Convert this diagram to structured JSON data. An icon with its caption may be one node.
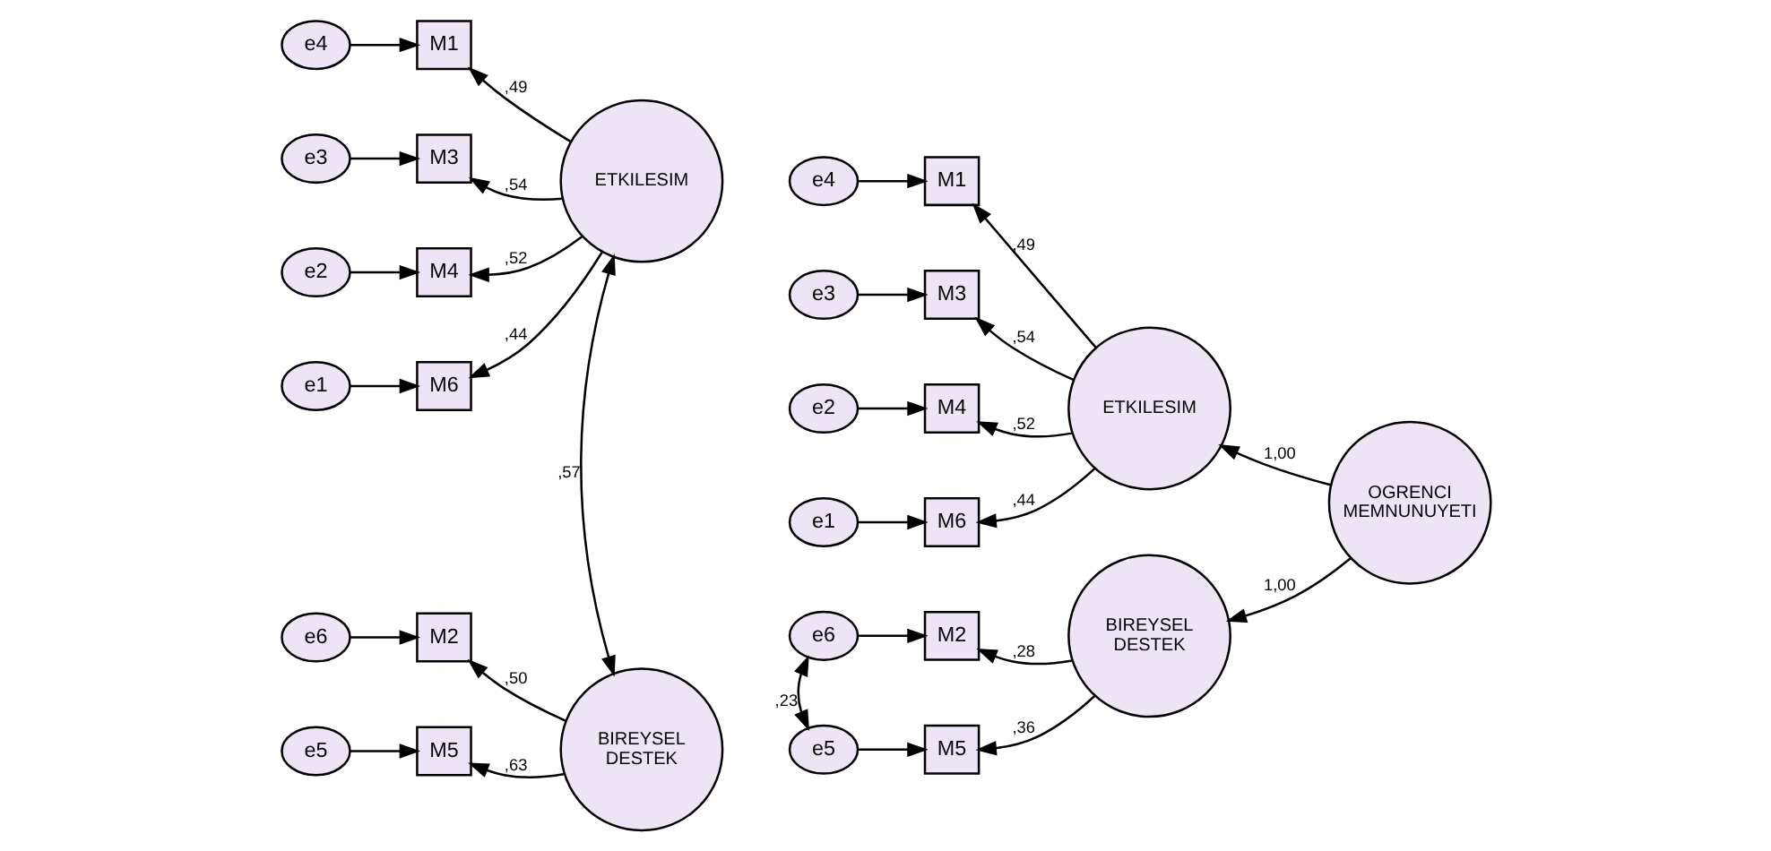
{
  "diagram": {
    "nodes": [
      {
        "text": [
          "e4"
        ]
      },
      {
        "text": [
          "M1"
        ]
      },
      {
        "text": [
          "e3"
        ]
      },
      {
        "text": [
          "M3"
        ]
      },
      {
        "text": [
          "e2"
        ]
      },
      {
        "text": [
          "M4"
        ]
      },
      {
        "text": [
          "e1"
        ]
      },
      {
        "text": [
          "M6"
        ]
      },
      {
        "text": [
          "e6"
        ]
      },
      {
        "text": [
          "M2"
        ]
      },
      {
        "text": [
          "e5"
        ]
      },
      {
        "text": [
          "M5"
        ]
      },
      {
        "text": [
          "ETKILESIM"
        ]
      },
      {
        "text": [
          "BIREYSEL DESTEK"
        ]
      },
      {
        "text": [
          "e4"
        ]
      },
      {
        "text": [
          "M1"
        ]
      },
      {
        "text": [
          "e3"
        ]
      },
      {
        "text": [
          "M3"
        ]
      },
      {
        "text": [
          "e2"
        ]
      },
      {
        "text": [
          "M4"
        ]
      },
      {
        "text": [
          "e1"
        ]
      },
      {
        "text": [
          "M6"
        ]
      },
      {
        "text": [
          "e6"
        ]
      },
      {
        "text": [
          "M2"
        ]
      },
      {
        "text": [
          "e5"
        ]
      },
      {
        "text": [
          "M5"
        ]
      },
      {
        "text": [
          "ETKILESIM"
        ]
      },
      {
        "text": [
          "BIREYSEL DESTEK"
        ]
      },
      {
        "text": [
          "OGRENCI MEMNUNUYETI"
        ]
      }
    ],
    "edges": [
      {
        "from": 0,
        "to": 1,
        "arrow": "to"
      },
      {
        "from": 2,
        "to": 3,
        "arrow": "to"
      },
      {
        "from": 4,
        "to": 5,
        "arrow": "to"
      },
      {
        "from": 6,
        "to": 7,
        "arrow": "to"
      },
      {
        "from": 8,
        "to": 9,
        "arrow": "to"
      },
      {
        "from": 10,
        "to": 11,
        "arrow": "to"
      },
      {
        "from": 12,
        "to": 1,
        "arrow": "to",
        "label": ",49"
      },
      {
        "from": 12,
        "to": 3,
        "arrow": "to",
        "label": ",54"
      },
      {
        "from": 12,
        "to": 5,
        "arrow": "to",
        "label": ",52"
      },
      {
        "from": 12,
        "to": 7,
        "arrow": "to",
        "label": ",44"
      },
      {
        "from": 13,
        "to": 9,
        "arrow": "to",
        "label": ",50"
      },
      {
        "from": 13,
        "to": 11,
        "arrow": "to",
        "label": ",63"
      },
      {
        "from": 12,
        "to": 13,
        "arrow": "both",
        "label": ",57"
      },
      {
        "from": 14,
        "to": 15,
        "arrow": "to"
      },
      {
        "from": 16,
        "to": 17,
        "arrow": "to"
      },
      {
        "from": 18,
        "to": 19,
        "arrow": "to"
      },
      {
        "from": 20,
        "to": 21,
        "arrow": "to"
      },
      {
        "from": 22,
        "to": 23,
        "arrow": "to"
      },
      {
        "from": 24,
        "to": 25,
        "arrow": "to"
      },
      {
        "from": 26,
        "to": 15,
        "arrow": "to",
        "label": ",49"
      },
      {
        "from": 26,
        "to": 17,
        "arrow": "to",
        "label": ",54"
      },
      {
        "from": 26,
        "to": 19,
        "arrow": "to",
        "label": ",52"
      },
      {
        "from": 26,
        "to": 21,
        "arrow": "to",
        "label": ",44"
      },
      {
        "from": 27,
        "to": 23,
        "arrow": "to",
        "label": ",28"
      },
      {
        "from": 27,
        "to": 25,
        "arrow": "to",
        "label": ",36"
      },
      {
        "from": 22,
        "to": 24,
        "arrow": "both",
        "label": ",23"
      },
      {
        "from": 28,
        "to": 26,
        "arrow": "to",
        "label": "1,00"
      },
      {
        "from": 28,
        "to": 27,
        "arrow": "to",
        "label": "1,00"
      }
    ]
  }
}
